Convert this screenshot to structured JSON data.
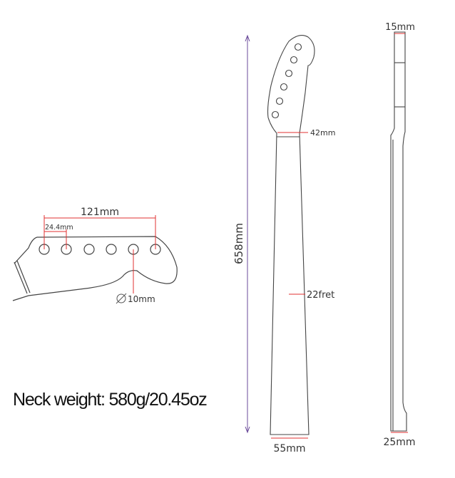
{
  "headstock_detail": {
    "span_label": "121mm",
    "spacing_label": "24.4mm",
    "hole_diameter_label": "10mm"
  },
  "front_view": {
    "length_label": "658mm",
    "nut_width_label": "42mm",
    "frets_label": "22fret",
    "heel_width_label": "55mm"
  },
  "side_view": {
    "headstock_thickness_label": "15mm",
    "heel_thickness_label": "25mm"
  },
  "weight_text": "Neck weight: 580g/20.45oz",
  "colors": {
    "dimension": "#e03030",
    "outline": "#444444",
    "length_line": "#6a4a9a"
  }
}
